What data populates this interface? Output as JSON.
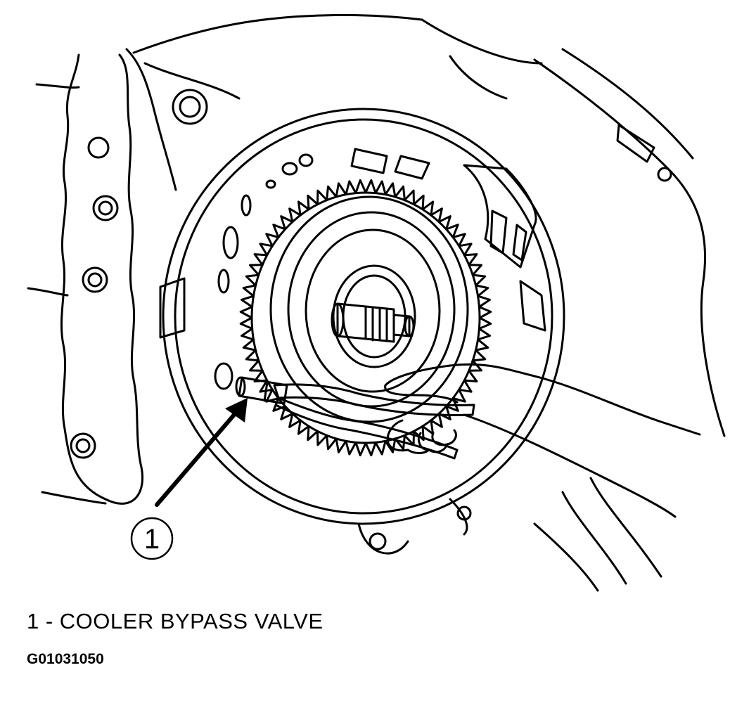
{
  "callout": {
    "number": "1"
  },
  "caption": {
    "text": "1 - COOLER BYPASS VALVE"
  },
  "figure_id": {
    "text": "G01031050"
  },
  "colors": {
    "line": "#000000",
    "background": "#ffffff"
  }
}
